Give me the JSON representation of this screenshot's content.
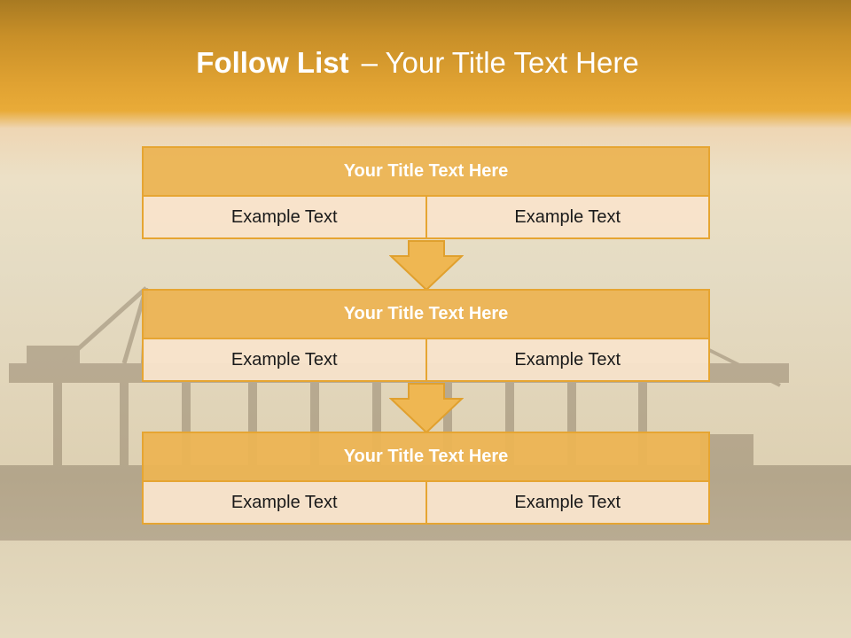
{
  "slide": {
    "title_bold": "Follow List",
    "title_rest": "– Your Title Text Here"
  },
  "steps": [
    {
      "title": "Your Title Text Here",
      "left": "Example Text",
      "right": "Example Text"
    },
    {
      "title": "Your Title Text Here",
      "left": "Example Text",
      "right": "Example Text"
    },
    {
      "title": "Your Title Text Here",
      "left": "Example Text",
      "right": "Example Text"
    }
  ],
  "colors": {
    "accent": "#e6a532",
    "header_fill": "#ecb454",
    "cell_fill": "#f8e3cb",
    "title_text": "#ffffff"
  }
}
